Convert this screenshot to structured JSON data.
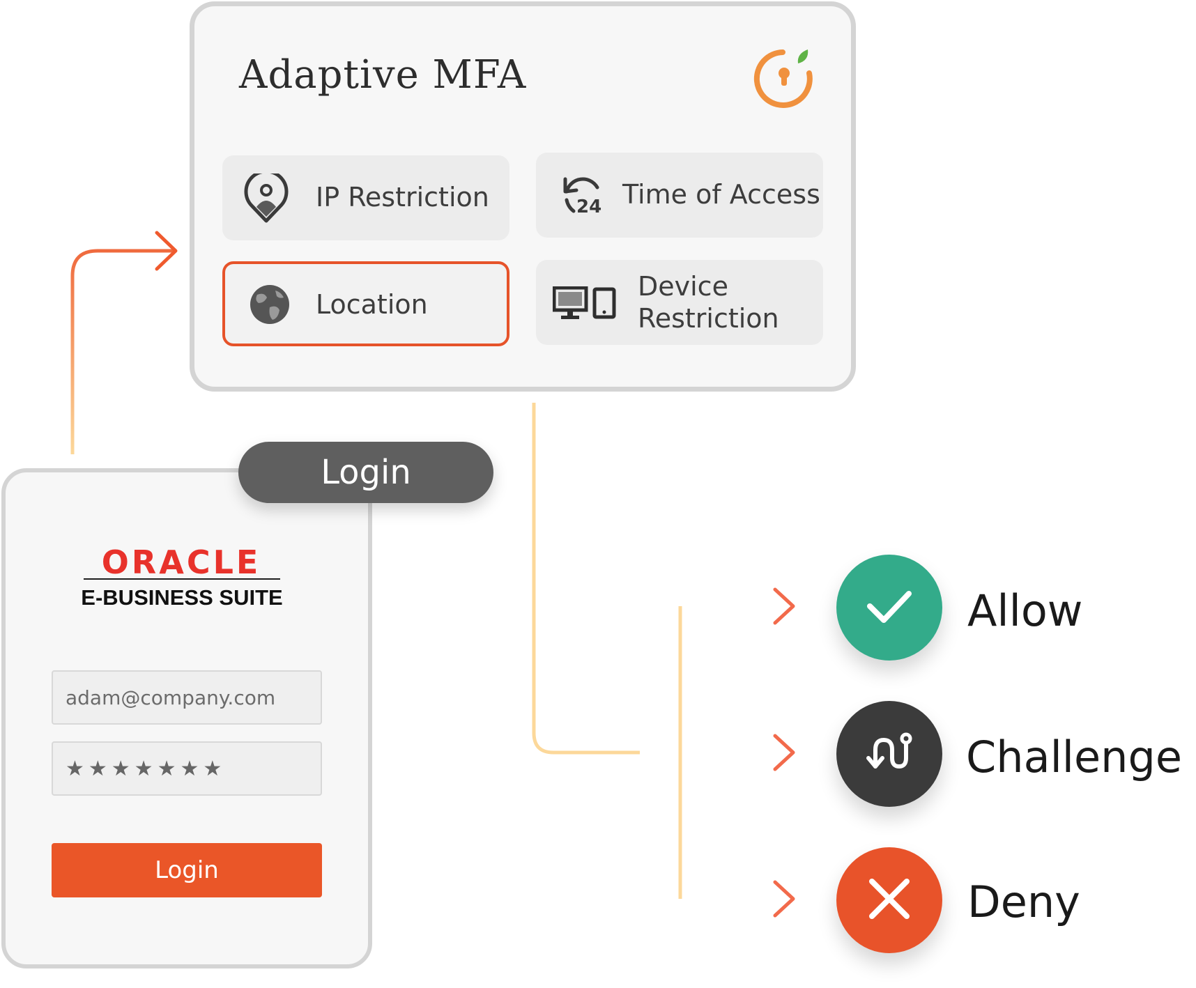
{
  "mfa": {
    "title": "Adaptive MFA",
    "factors": [
      {
        "label": "IP Restriction",
        "icon": "location-pin-user-icon",
        "selected": false
      },
      {
        "label": "Time of Access",
        "icon": "clock-24-icon",
        "selected": false
      },
      {
        "label": "Location",
        "icon": "globe-icon",
        "selected": true
      },
      {
        "label": "Device\nRestriction",
        "icon": "devices-icon",
        "selected": false
      }
    ],
    "logo_icon": "keyhole-logo-icon"
  },
  "login": {
    "tab_label": "Login",
    "brand_name": "ORACLE",
    "brand_product": "E-BUSINESS SUITE",
    "email_value": "adam@company.com",
    "password_mask": "★★★★★★★",
    "button_label": "Login"
  },
  "outcomes": [
    {
      "label": "Allow",
      "icon": "checkmark-icon",
      "color": "#33ab8a"
    },
    {
      "label": "Challenge",
      "icon": "route-icon",
      "color": "#3b3b3b"
    },
    {
      "label": "Deny",
      "icon": "close-icon",
      "color": "#e8532a"
    }
  ],
  "colors": {
    "accent": "#e6532a",
    "connector_light": "#fcd89a",
    "connector_dark": "#f26a4b"
  }
}
